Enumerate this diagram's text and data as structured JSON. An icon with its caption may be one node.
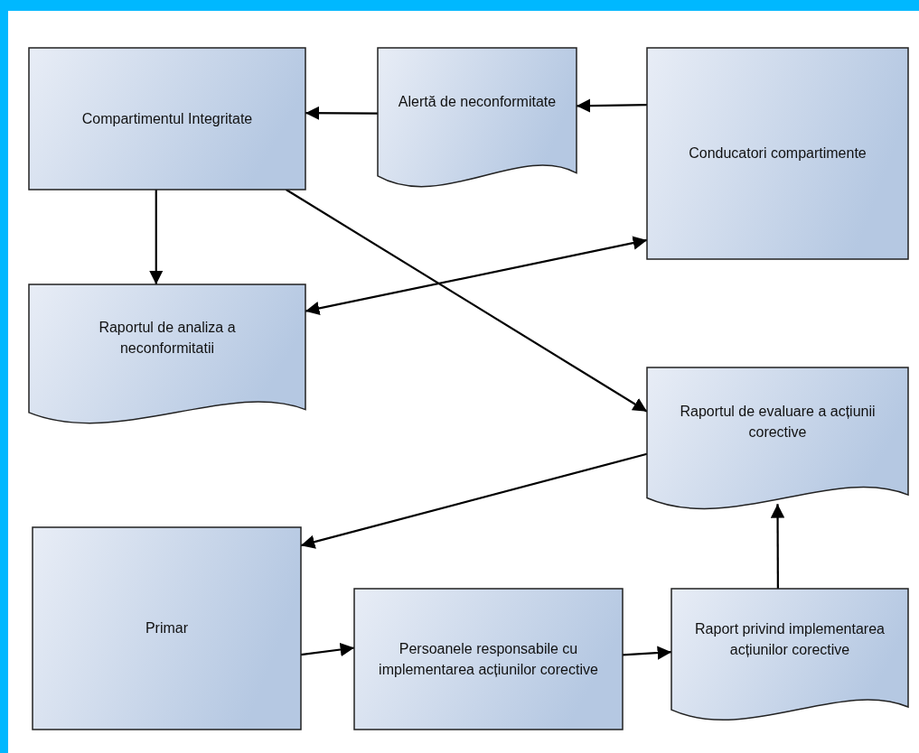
{
  "diagram": {
    "nodes": [
      {
        "text": [
          "Compartimentul Integritate"
        ]
      },
      {
        "text": [
          "Alertă de neconformitate"
        ]
      },
      {
        "text": [
          "Conducatori compartimente"
        ]
      },
      {
        "text": [
          "Raportul de analiza a neconformitatii"
        ]
      },
      {
        "text": [
          "Raportul de evaluare a acțiunii corective"
        ]
      },
      {
        "text": [
          "Primar"
        ]
      },
      {
        "text": [
          "Persoanele responsabile cu implementarea acțiunilor corective"
        ]
      },
      {
        "text": [
          "Raport privind implementarea acțiunilor corective"
        ]
      }
    ],
    "edges": [
      {
        "from": 2,
        "to": 1,
        "arrow": "to"
      },
      {
        "from": 1,
        "to": 0,
        "arrow": "to"
      },
      {
        "from": 0,
        "to": 3,
        "arrow": "to"
      },
      {
        "from": 3,
        "to": 2,
        "arrow": "both"
      },
      {
        "from": 0,
        "to": 4,
        "arrow": "to"
      },
      {
        "from": 4,
        "to": 5,
        "arrow": "to"
      },
      {
        "from": 5,
        "to": 6,
        "arrow": "to"
      },
      {
        "from": 6,
        "to": 7,
        "arrow": "to"
      },
      {
        "from": 7,
        "to": 4,
        "arrow": "to"
      }
    ]
  }
}
